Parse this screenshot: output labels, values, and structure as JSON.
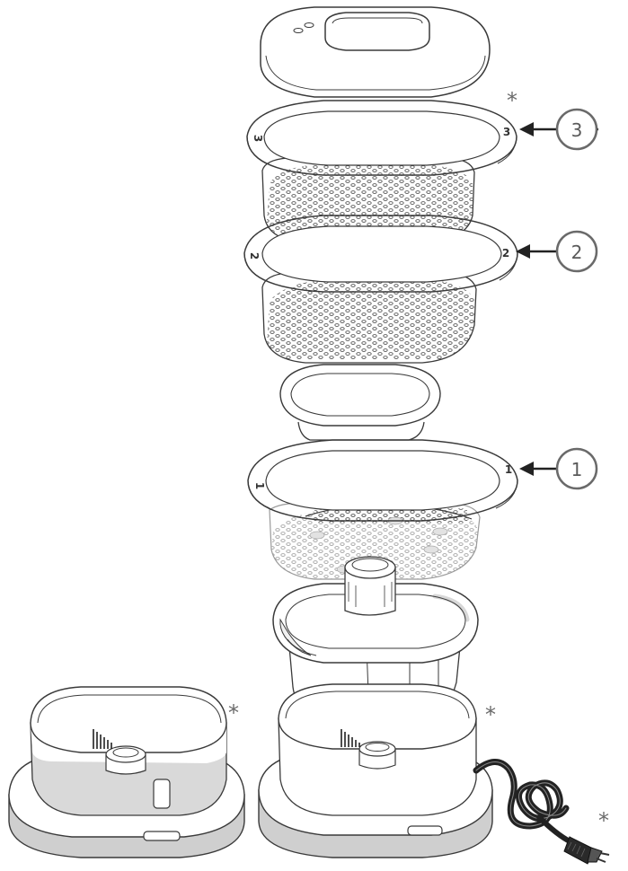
{
  "callouts": [
    {
      "id": "1",
      "label": "1"
    },
    {
      "id": "2",
      "label": "2"
    },
    {
      "id": "3",
      "label": "3"
    }
  ],
  "tier_markings": {
    "tier1": "1",
    "tier2": "2",
    "tier3": "3"
  },
  "asterisk": "*",
  "colors": {
    "line": "#3a3a3a",
    "light_line": "#8a8a8a",
    "grey_band": "#d9d9d9",
    "base_fill": "#cfcfcf",
    "white": "#ffffff"
  },
  "icons": [
    "steamer-lid-icon",
    "steam-basket-icon",
    "rice-bowl-icon",
    "drip-tray-icon",
    "water-tank-base-icon",
    "power-cord-icon",
    "arrow-left-icon"
  ]
}
